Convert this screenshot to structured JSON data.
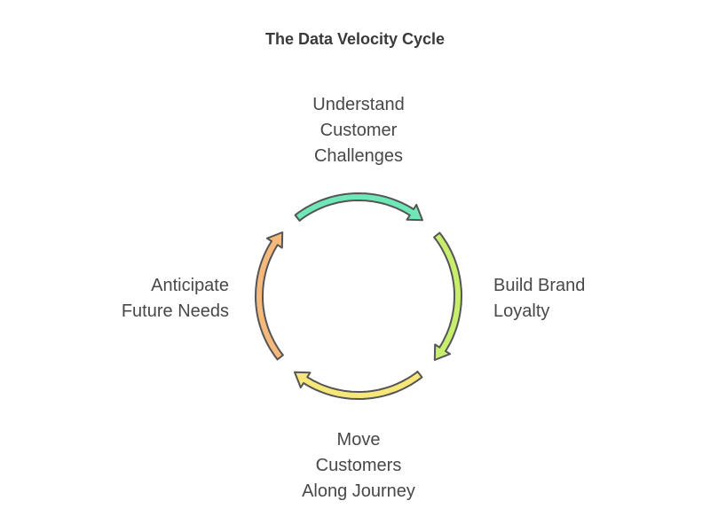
{
  "title": "The Data Velocity Cycle",
  "steps": [
    {
      "lines": [
        "Understand",
        "Customer",
        "Challenges"
      ],
      "color": "#6fe8b8"
    },
    {
      "lines": [
        "Build Brand",
        "Loyalty"
      ],
      "color": "#c8ee6e"
    },
    {
      "lines": [
        "Move",
        "Customers",
        "Along Journey"
      ],
      "color": "#f7e77a"
    },
    {
      "lines": [
        "Anticipate",
        "Future Needs"
      ],
      "color": "#f6b97c"
    }
  ],
  "outline_color": "#555555"
}
